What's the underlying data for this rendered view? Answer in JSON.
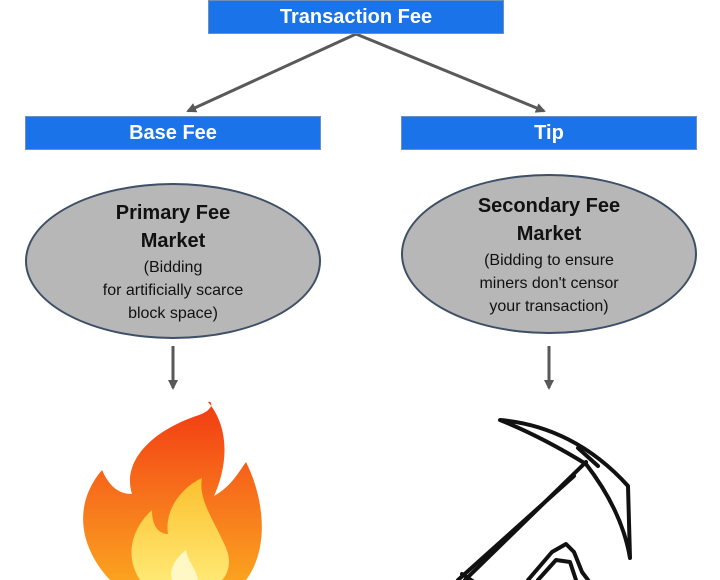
{
  "diagram": {
    "top": {
      "label": "Transaction Fee"
    },
    "left": {
      "label": "Base Fee",
      "ellipse": {
        "title_line1": "Primary Fee",
        "title_line2": "Market",
        "desc_line1": "(Bidding",
        "desc_line2": "for artificially scarce",
        "desc_line3": "block space)"
      },
      "icon": "fire-icon"
    },
    "right": {
      "label": "Tip",
      "ellipse": {
        "title_line1": "Secondary Fee",
        "title_line2": "Market",
        "desc_line1": "(Bidding to ensure",
        "desc_line2": "miners don't censor",
        "desc_line3": "your transaction)"
      },
      "icon": "pickaxe-icon"
    }
  },
  "colors": {
    "box_fill": "#1a73e8",
    "ellipse_fill": "#b7b7b7",
    "ellipse_border": "#3e4f66",
    "arrow": "#595959"
  }
}
